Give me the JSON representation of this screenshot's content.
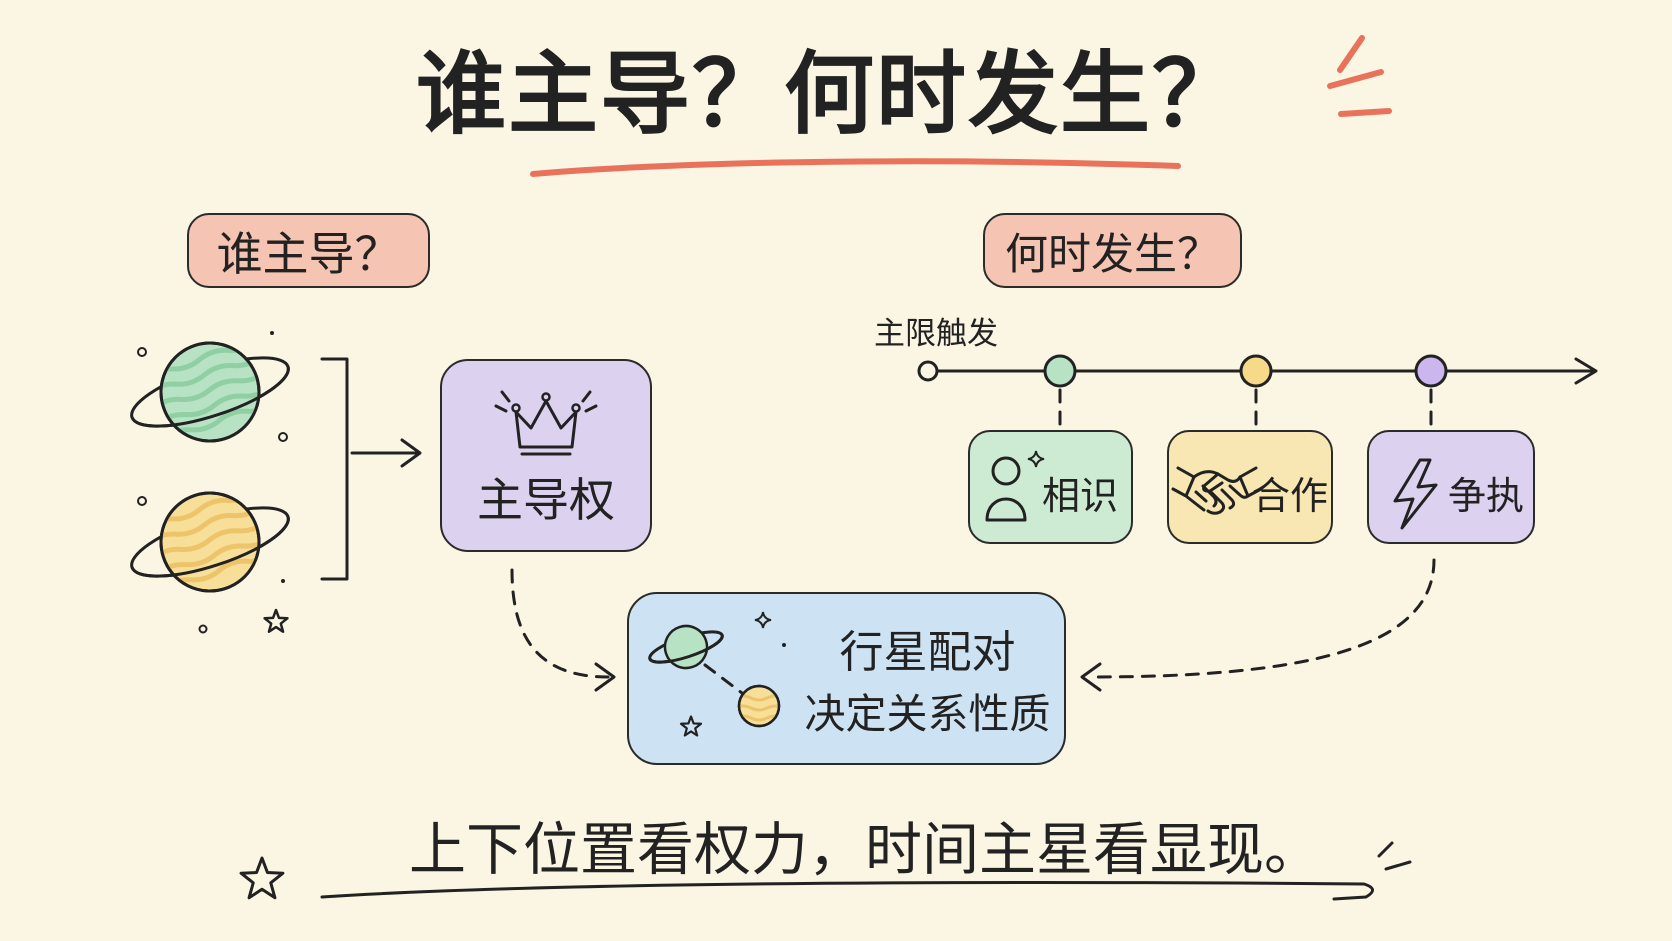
{
  "title": "谁主导？何时发生？",
  "who": {
    "heading": "谁主导？",
    "result_label": "主导权",
    "icon": "crown-icon"
  },
  "when": {
    "heading": "何时发生？",
    "timeline_label": "主限触发",
    "events": [
      {
        "label": "相识",
        "icon": "person-icon",
        "color": "#cdebd2"
      },
      {
        "label": "合作",
        "icon": "handshake-icon",
        "color": "#f8e6b3"
      },
      {
        "label": "争执",
        "icon": "lightning-icon",
        "color": "#ddd1f0"
      }
    ]
  },
  "outcome": {
    "line1": "行星配对",
    "line2": "决定关系性质"
  },
  "caption": "上下位置看权力，时间主星看显现。",
  "colors": {
    "background": "#fbf5e4",
    "accent_red": "#e8735a",
    "heading_pill": "#f6c4b3",
    "power_box": "#ddd1f0",
    "outcome_box": "#cde3f3",
    "planet_green": "#b7e2c3",
    "planet_yellow": "#f7df9a",
    "timeline_dot_green": "#b7e2c3",
    "timeline_dot_yellow": "#f7d98a",
    "timeline_dot_purple": "#cbb7ee"
  }
}
